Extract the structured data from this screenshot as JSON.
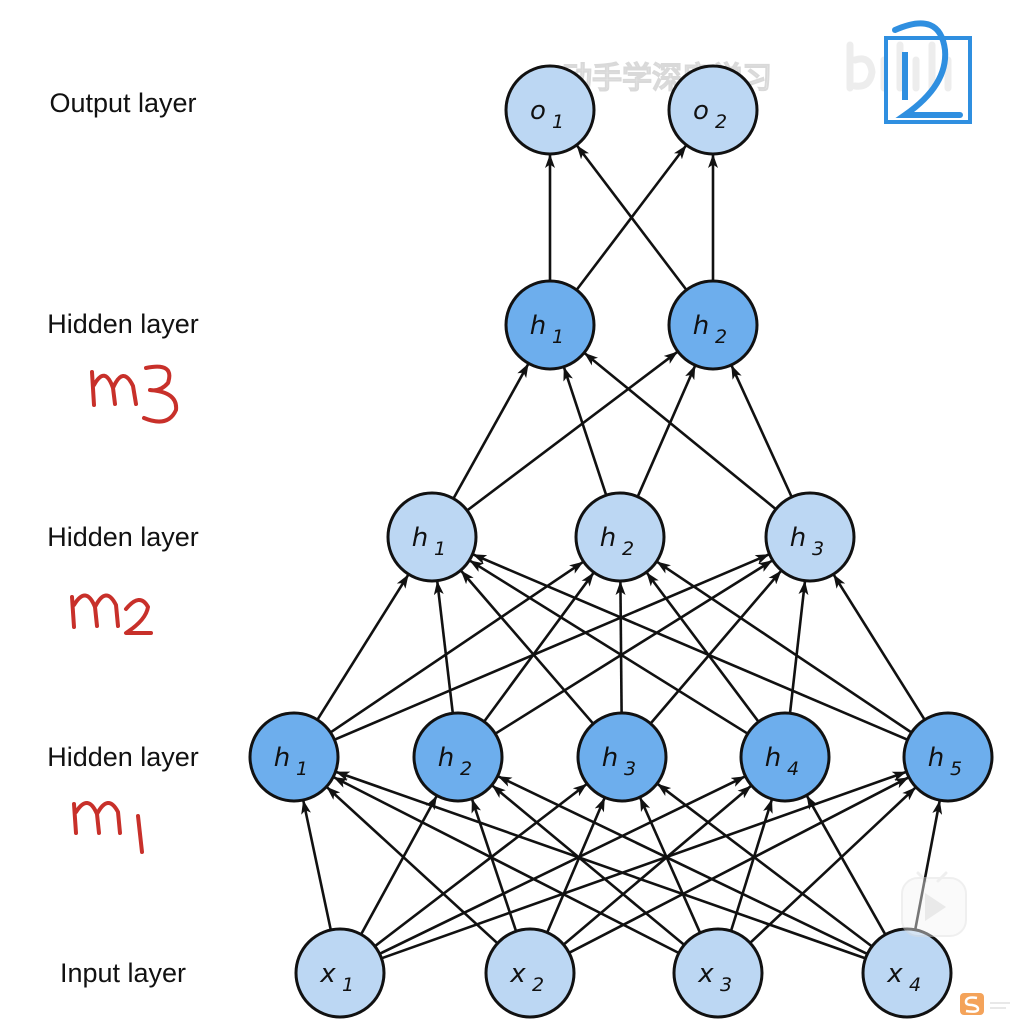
{
  "colors": {
    "light_node_fill": "#bcd7f3",
    "dark_node_fill": "#6daeed",
    "node_stroke": "#111111",
    "edge": "#111111",
    "annotation": "#c8302a",
    "logo_blue": "#2f8fe0"
  },
  "layers": [
    {
      "label": "Output layer",
      "shade": "light",
      "nodes": [
        {
          "sym": "o",
          "sub": "1"
        },
        {
          "sym": "o",
          "sub": "2"
        }
      ]
    },
    {
      "label": "Hidden layer",
      "shade": "dark",
      "nodes": [
        {
          "sym": "h",
          "sub": "1"
        },
        {
          "sym": "h",
          "sub": "2"
        }
      ]
    },
    {
      "label": "Hidden layer",
      "shade": "light",
      "nodes": [
        {
          "sym": "h",
          "sub": "1"
        },
        {
          "sym": "h",
          "sub": "2"
        },
        {
          "sym": "h",
          "sub": "3"
        }
      ]
    },
    {
      "label": "Hidden layer",
      "shade": "dark",
      "nodes": [
        {
          "sym": "h",
          "sub": "1"
        },
        {
          "sym": "h",
          "sub": "2"
        },
        {
          "sym": "h",
          "sub": "3"
        },
        {
          "sym": "h",
          "sub": "4"
        },
        {
          "sym": "h",
          "sub": "5"
        }
      ]
    },
    {
      "label": "Input layer",
      "shade": "light",
      "nodes": [
        {
          "sym": "x",
          "sub": "1"
        },
        {
          "sym": "x",
          "sub": "2"
        },
        {
          "sym": "x",
          "sub": "3"
        },
        {
          "sym": "x",
          "sub": "4"
        }
      ]
    }
  ],
  "handwritten_annotations": [
    "m3",
    "m2",
    "m1"
  ],
  "watermark": {
    "text": "动手学深度学习",
    "logo": "bilibili-logo",
    "icons": [
      "d2l-logo-icon",
      "play-icon",
      "s-badge-icon"
    ]
  }
}
